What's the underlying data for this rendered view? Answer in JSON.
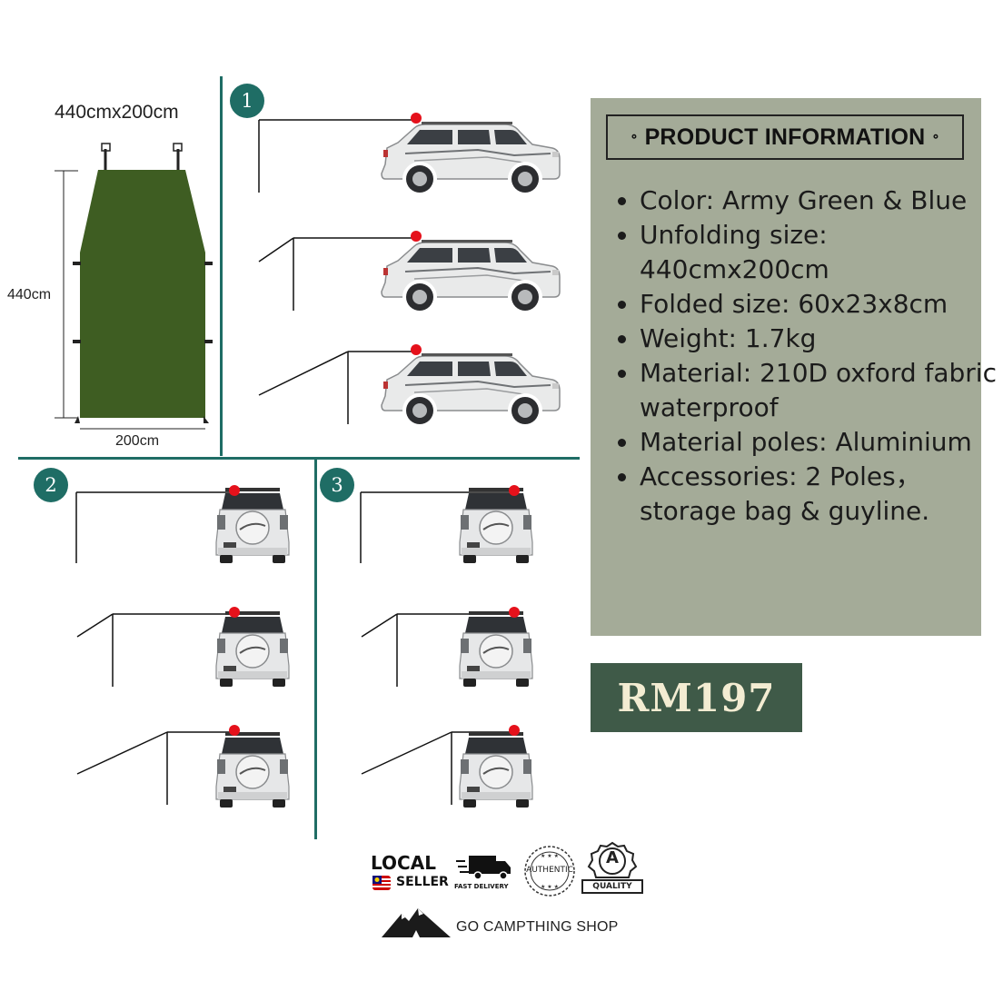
{
  "diagram": {
    "tarp_size_label": "440cmx200cm",
    "height_label": "440cm",
    "width_label": "200cm",
    "steps": [
      "1",
      "2",
      "3"
    ]
  },
  "product_info": {
    "title": "PRODUCT INFORMATION",
    "items": [
      "Color: Army Green & Blue",
      "Unfolding size: 440cmx200cm",
      "Folded size: 60x23x8cm",
      "Weight: 1.7kg",
      "Material: 210D oxford fabric waterproof",
      "Material poles: Aluminium",
      "Accessories: 2 Poles，storage bag & guyline."
    ]
  },
  "price": "RM197",
  "badges": {
    "local": "LOCAL",
    "seller": "SELLER",
    "fast_delivery": "FAST DELIVERY",
    "authentic": "AUTHENTIC",
    "quality": "QUALITY",
    "quality_letter": "A"
  },
  "shop_name": "GO CAMPTHING SHOP",
  "colors": {
    "teal": "#1f6d65",
    "tarp_green": "#3e5d22",
    "panel_bg": "#a4ab98",
    "price_bg": "#3f5a48",
    "marker_red": "#e5111b"
  }
}
